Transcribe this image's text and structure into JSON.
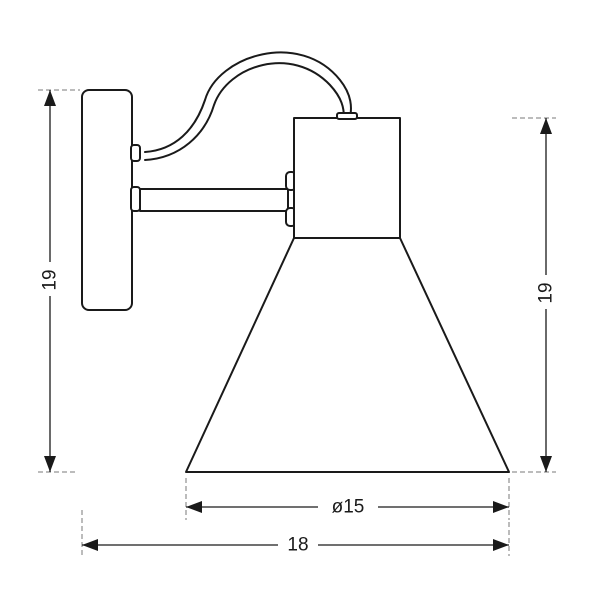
{
  "dimensions": {
    "left_height": "19",
    "right_height": "19",
    "shade_diameter": "ø15",
    "total_width": "18"
  }
}
